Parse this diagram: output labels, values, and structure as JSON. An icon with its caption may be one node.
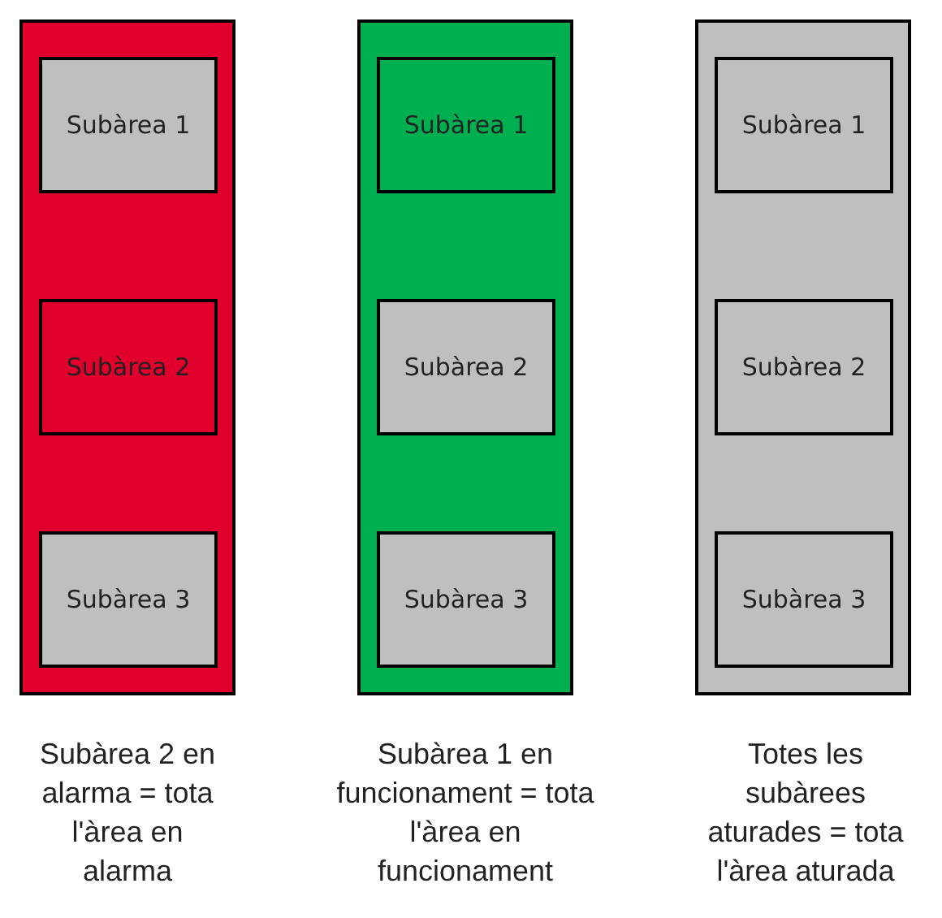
{
  "diagram": {
    "nodes": [
      {
        "text": [],
        "shape": "box",
        "beside": [
          "Subàrea 2 en alarma = tota l'àrea en alarma"
        ]
      },
      {
        "text": [
          "Subàrea 1"
        ],
        "in": 0
      },
      {
        "text": [
          "Subàrea 2"
        ],
        "in": 0
      },
      {
        "text": [
          "Subàrea 3"
        ],
        "in": 0
      },
      {
        "text": [],
        "shape": "box",
        "beside": [
          "Subàrea 1 en funcionament = tota l'àrea en funcionament"
        ]
      },
      {
        "text": [
          "Subàrea 1"
        ],
        "in": 4
      },
      {
        "text": [
          "Subàrea 2"
        ],
        "in": 4
      },
      {
        "text": [
          "Subàrea 3"
        ],
        "in": 4
      },
      {
        "text": [],
        "shape": "box",
        "beside": [
          "Totes les subàrees aturades = tota l'àrea aturada"
        ]
      },
      {
        "text": [
          "Subàrea 1"
        ],
        "in": 8
      },
      {
        "text": [
          "Subàrea 2"
        ],
        "in": 8
      },
      {
        "text": [
          "Subàrea 3"
        ],
        "in": 8
      }
    ],
    "edges": []
  }
}
